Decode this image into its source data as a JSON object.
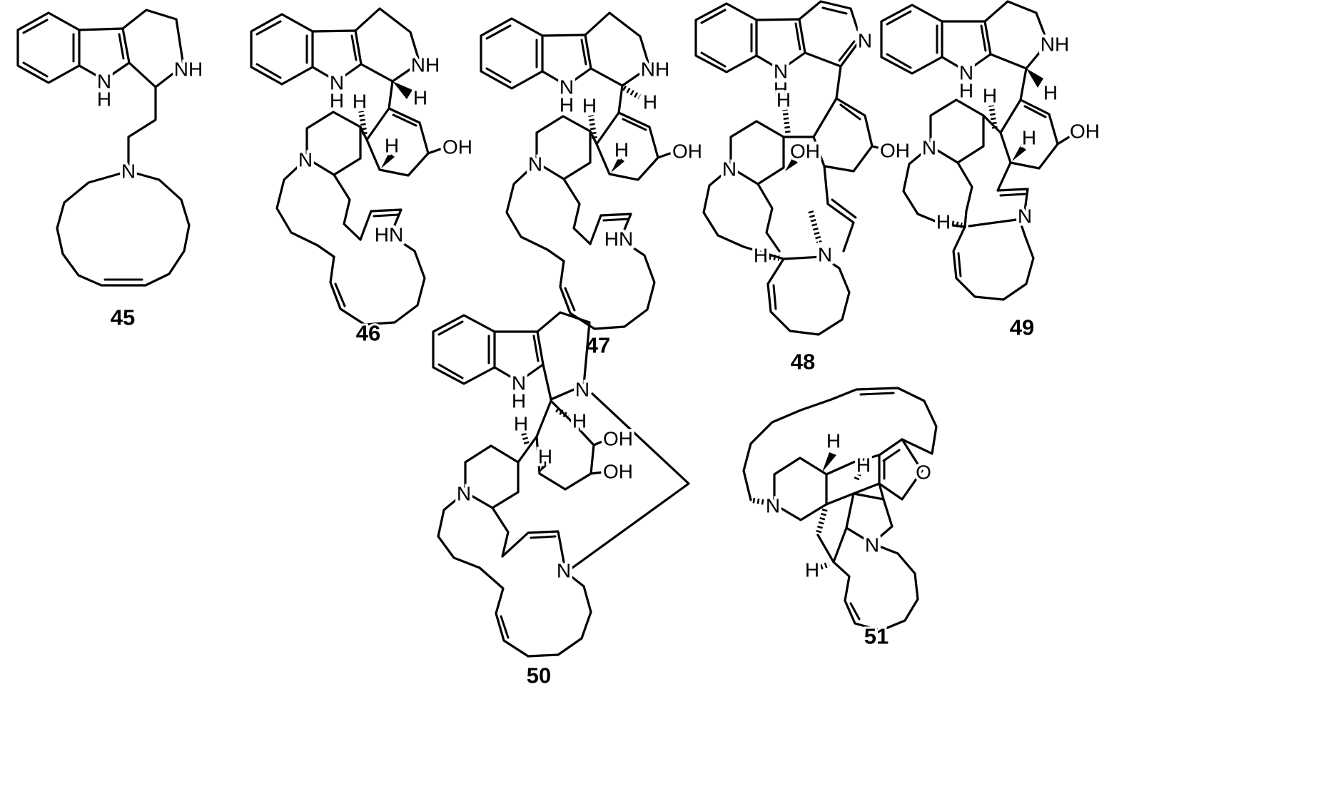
{
  "figure": {
    "background": "#ffffff",
    "bond_color": "#000000",
    "molecules": {
      "m45": {
        "number": "45",
        "atoms": {
          "indole_n": "N",
          "indole_h": "H",
          "ring_nh": "NH",
          "amine_n": "N"
        }
      },
      "m46": {
        "number": "46",
        "atoms": {
          "indole_n": "N",
          "indole_h": "H",
          "ring_nh": "NH",
          "c1_h": "H",
          "top_h": "H",
          "center_h": "H",
          "oh": "OH",
          "amine_n": "N",
          "macro_hn": "HN"
        }
      },
      "m47": {
        "number": "47",
        "atoms": {
          "indole_n": "N",
          "indole_h": "H",
          "ring_nh": "NH",
          "c1_h": "H",
          "top_h": "H",
          "center_h": "H",
          "oh": "OH",
          "amine_n": "N",
          "macro_hn": "HN"
        }
      },
      "m48": {
        "number": "48",
        "atoms": {
          "indole_n": "N",
          "indole_h": "H",
          "pyridine_n": "N",
          "top_h": "H",
          "oh_left": "OH",
          "oh_right": "OH",
          "amine_n": "N",
          "bottom_h": "H",
          "bottom_n": "N"
        }
      },
      "m49": {
        "number": "49",
        "atoms": {
          "indole_n": "N",
          "indole_h": "H",
          "ring_nh": "NH",
          "c1_h": "H",
          "top_h": "H",
          "center_h": "H",
          "oh": "OH",
          "amine_n": "N",
          "bottom_h": "H",
          "bottom_n": "N"
        }
      },
      "m50": {
        "number": "50",
        "atoms": {
          "indole_n": "N",
          "indole_h": "H",
          "top_ring_n": "N",
          "c1_h": "H",
          "top_h": "H",
          "center_h": "H",
          "oh_upper": "OH",
          "oh_lower": "OH",
          "amine_n": "N",
          "bottom_n": "N"
        }
      },
      "m51": {
        "number": "51",
        "atoms": {
          "top_h": "H",
          "center_h": "H",
          "ring_n": "N",
          "furan_o": "O",
          "pyrrolidine_n": "N",
          "bottom_h": "H"
        }
      }
    }
  }
}
